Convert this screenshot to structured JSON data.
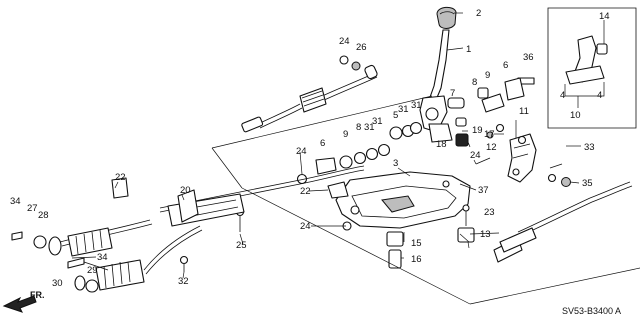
{
  "diagram": {
    "code": "SV53-B3400 A",
    "front_label": "FR.",
    "callouts": {
      "c1": "1",
      "c2": "2",
      "c3": "3",
      "c4a": "4",
      "c4b": "4",
      "c5": "5",
      "c6a": "6",
      "c6b": "6",
      "c7": "7",
      "c8a": "8",
      "c8b": "8",
      "c9a": "9",
      "c9b": "9",
      "c10": "10",
      "c11": "11",
      "c12": "12",
      "c13": "13",
      "c14": "14",
      "c15": "15",
      "c16": "16",
      "c17": "17",
      "c18": "18",
      "c19": "19",
      "c20": "20",
      "c22a": "22",
      "c22b": "22",
      "c23": "23",
      "c24a": "24",
      "c24b": "24",
      "c24c": "24",
      "c24d": "24",
      "c25": "25",
      "c26": "26",
      "c27": "27",
      "c28": "28",
      "c29": "29",
      "c30": "30",
      "c31a": "31",
      "c31b": "31",
      "c31c": "31",
      "c31d": "31",
      "c32": "32",
      "c33": "33",
      "c34a": "34",
      "c34b": "34",
      "c35": "35",
      "c36": "36",
      "c37": "37"
    }
  }
}
